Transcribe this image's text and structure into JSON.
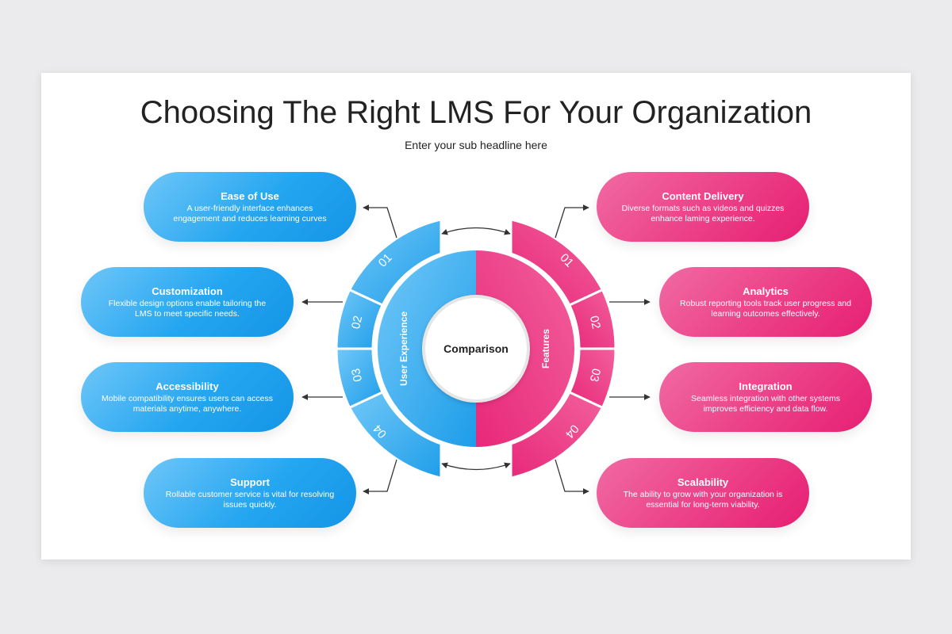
{
  "title": "Choosing The Right LMS For Your Organization",
  "subtitle": "Enter your sub headline here",
  "center_label": "Comparison",
  "left_ring_label": "User Experience",
  "right_ring_label": "Features",
  "colors": {
    "blue": "#25a6f0",
    "blue_light": "#6fc6f8",
    "pink": "#ec3f87",
    "pink_light": "#f06aa2",
    "arrow": "#333333"
  },
  "left_items": [
    {
      "number": "01",
      "title": "Ease of Use",
      "desc": "A user-friendly interface enhances engagement and reduces learning curves"
    },
    {
      "number": "02",
      "title": "Customization",
      "desc": "Flexible design options enable tailoring the LMS to meet specific needs."
    },
    {
      "number": "03",
      "title": "Accessibility",
      "desc": "Mobile compatibility ensures users can access materials anytime, anywhere."
    },
    {
      "number": "04",
      "title": "Support",
      "desc": "Rollable customer service is vital for resolving issues quickly."
    }
  ],
  "right_items": [
    {
      "number": "01",
      "title": "Content Delivery",
      "desc": "Diverse formats such as videos and quizzes enhance laming experience."
    },
    {
      "number": "02",
      "title": "Analytics",
      "desc": "Robust reporting tools track user progress and learning outcomes effectively."
    },
    {
      "number": "03",
      "title": "Integration",
      "desc": "Seamless integration with other systems improves efficiency and data flow."
    },
    {
      "number": "04",
      "title": "Scalability",
      "desc": "The ability to grow with your organization is essential for long-term viability."
    }
  ]
}
